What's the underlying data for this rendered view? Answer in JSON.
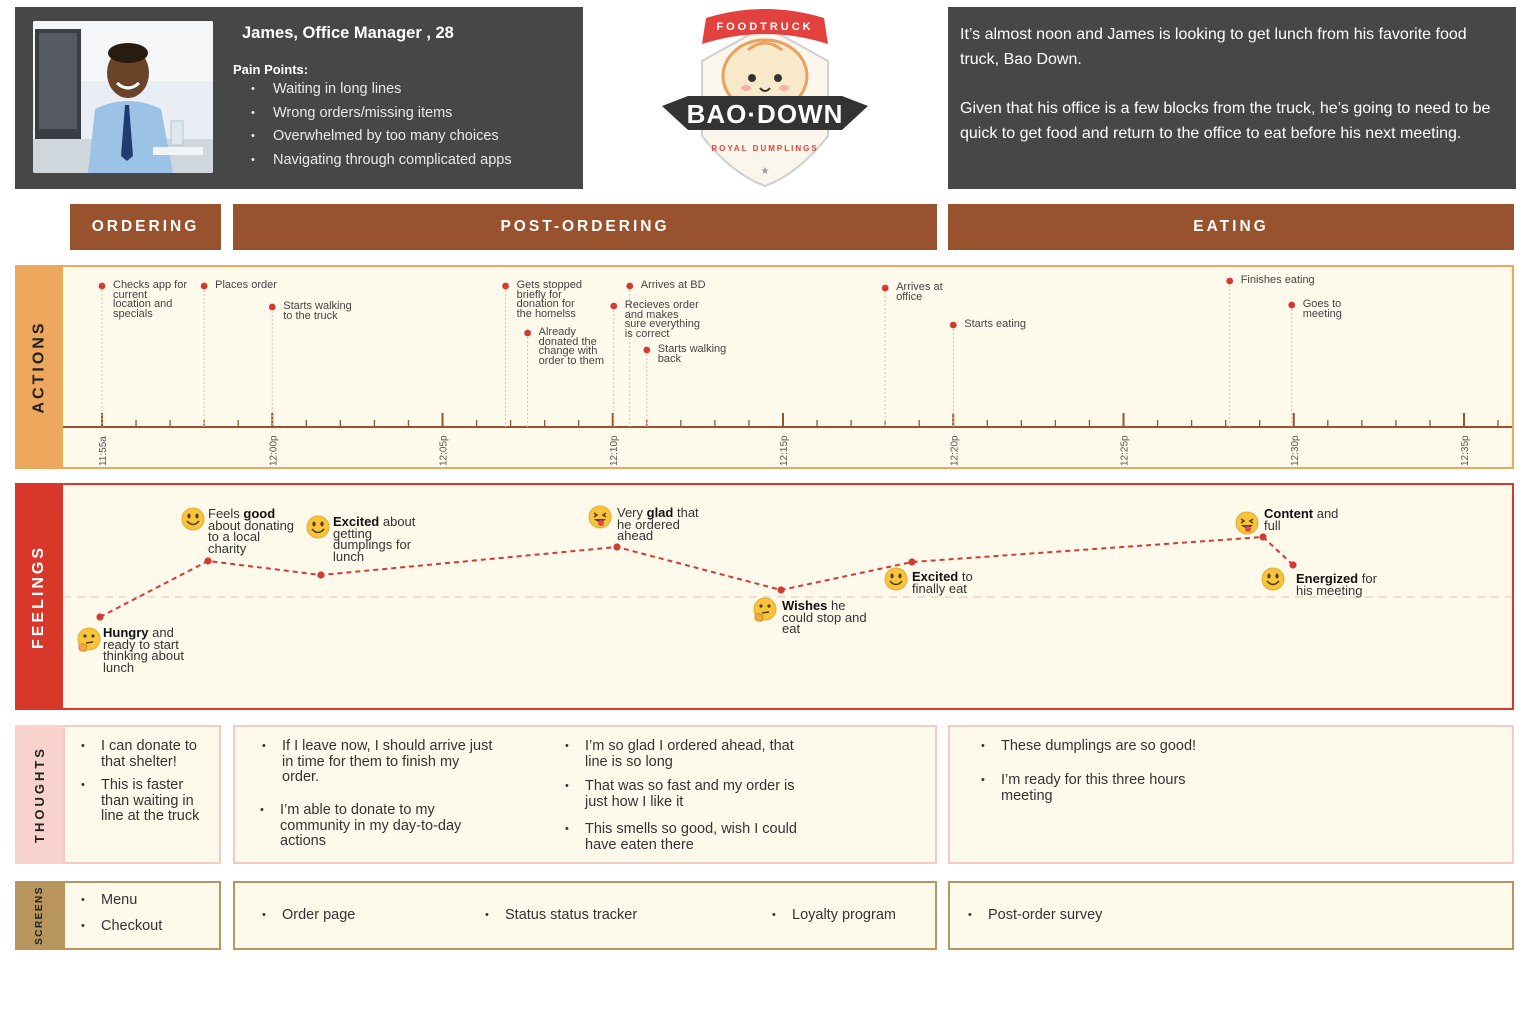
{
  "persona": {
    "name": "James, Office Manager , 28",
    "pain_points_title": "Pain Points:",
    "pain_points": [
      "Waiting in long lines",
      "Wrong orders/missing items",
      "Overwhelmed by too many choices",
      "Navigating through complicated apps"
    ]
  },
  "logo": {
    "top": "FOODTRUCK",
    "main": "BAO·DOWN",
    "bottom": "ROYAL DUMPLINGS",
    "colors": {
      "red": "#e2413d",
      "dark": "#333333",
      "cream": "#f7e9c9",
      "bun": "#e8a15e"
    }
  },
  "scenario": {
    "p1": "It’s almost noon and James is looking to get lunch from his favorite food truck, Bao Down.",
    "p2": "Given that his office is a few blocks from the truck, he’s going to need to be quick to get food and return to the office to eat before his next meeting."
  },
  "phases": {
    "ordering": "ORDERING",
    "post_ordering": "POST-ORDERING",
    "eating": "EATING"
  },
  "rows": {
    "actions": "ACTIONS",
    "feelings": "FEELINGS",
    "thoughts": "THOUGHTS",
    "screens": "SCREENS"
  },
  "timeline": {
    "ticks": [
      "11:55a",
      "12:00p",
      "12:05p",
      "12:10p",
      "12:15p",
      "12:20p",
      "12:25p",
      "12:30p",
      "12:35p"
    ],
    "actions": [
      {
        "text": "Checks app for\ncurrent\nlocation and\nspecials",
        "minute": 0
      },
      {
        "text": "Places order",
        "minute": 3
      },
      {
        "text": "Starts walking\nto the truck",
        "minute": 5
      },
      {
        "text": "Gets stopped\nbriefly for\ndonation for\nthe homelss",
        "minute": 12
      },
      {
        "text": "Already\ndonated the\nchange with\norder to them",
        "minute": 12.5
      },
      {
        "text": "Arrives at BD",
        "minute": 15.5
      },
      {
        "text": "Recieves order\nand makes\nsure everything\nis correct",
        "minute": 15.5
      },
      {
        "text": "Starts walking\nback",
        "minute": 16
      },
      {
        "text": "Arrives at\noffice",
        "minute": 24
      },
      {
        "text": "Starts eating",
        "minute": 25
      },
      {
        "text": "Finishes eating",
        "minute": 34
      },
      {
        "text": "Goes to\nmeeting",
        "minute": 35
      }
    ]
  },
  "feelings": [
    {
      "bold": "Hungry",
      "rest": " and\nready to start\nthinking about\nlunch",
      "emoji": "thinking-face-icon"
    },
    {
      "bold": "good",
      "pre": "Feels ",
      "rest": "\nabout donating\nto a local\ncharity",
      "emoji": "smiling-face-icon"
    },
    {
      "bold": "Excited",
      "rest": " about\ngetting\ndumplings for\nlunch",
      "emoji": "smiling-face-icon"
    },
    {
      "bold": "glad",
      "pre": "Very ",
      "rest": " that\nhe ordered\nahead",
      "emoji": "tongue-face-icon"
    },
    {
      "bold": "Wishes",
      "rest": " he\ncould stop and\neat",
      "emoji": "thinking-face-icon"
    },
    {
      "bold": "Excited",
      "rest": " to\nfinally eat",
      "emoji": "smiling-face-icon"
    },
    {
      "bold": "Content",
      "rest": " and\nfull",
      "emoji": "tongue-face-icon"
    },
    {
      "bold": "Energized",
      "rest": " for\nhis meeting",
      "emoji": "smiling-face-icon"
    }
  ],
  "thoughts": {
    "ordering": [
      "I can donate to\nthat shelter!",
      "This is faster\nthan waiting in\nline at the truck"
    ],
    "post_ordering": [
      "If I leave now, I should arrive just\nin time for them to finish my\norder.",
      "I’m able to donate to my\ncommunity in my day-to-day\nactions",
      "I’m so glad I ordered ahead, that\nline is so long",
      "That was so fast and my order is\njust how I like it",
      "This smells so good, wish I could\nhave eaten there"
    ],
    "eating": [
      "These dumplings are so good!",
      "I’m ready for this three hours\nmeeting"
    ]
  },
  "screens": {
    "ordering": [
      "Menu",
      "Checkout"
    ],
    "post_ordering": [
      "Order page",
      "Status status tracker",
      "Loyalty program"
    ],
    "eating": [
      "Post-order survey"
    ]
  },
  "colors": {
    "phase": "#98522e",
    "actions": "#eda85d",
    "feelings": "#d9372a",
    "thoughts": "#f8d3cd",
    "screens": "#b7955d",
    "dot": "#d23a32"
  }
}
